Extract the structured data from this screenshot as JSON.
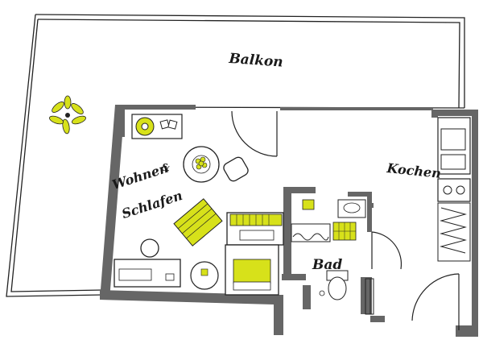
{
  "floorplan": {
    "rooms": {
      "balcony": "Balkon",
      "living_line1": "Wohnen",
      "living_amp": "&",
      "living_line2": "Schlafen",
      "kitchen": "Kochen",
      "bath": "Bad"
    },
    "colors": {
      "wall": "#666666",
      "line": "#222222",
      "accent": "#d7e11a",
      "background": "#ffffff"
    },
    "icons": [
      "plant-icon",
      "record-player-icon",
      "table-icon",
      "chair-icon",
      "rug-icon",
      "bed-icon",
      "sofa-icon",
      "lamp-icon",
      "side-table-icon",
      "sink-icon",
      "stove-icon",
      "toilet-icon",
      "shower-icon"
    ]
  }
}
